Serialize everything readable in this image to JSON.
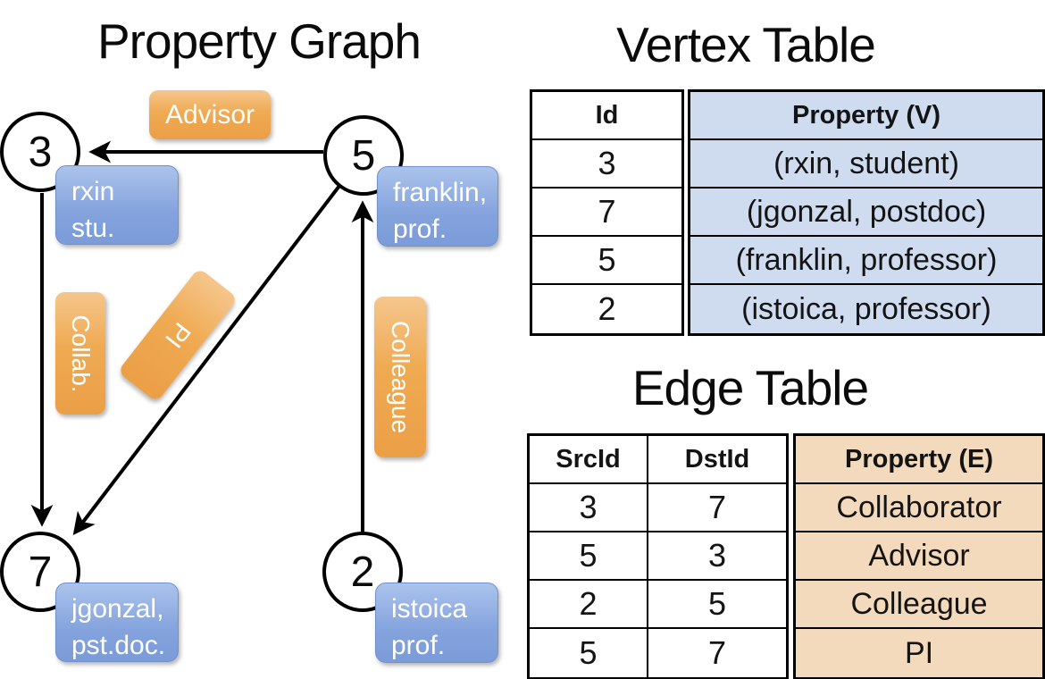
{
  "graph": {
    "title": "Property Graph",
    "nodes": [
      {
        "id": "3",
        "prop_line1": "rxin",
        "prop_line2": "stu."
      },
      {
        "id": "5",
        "prop_line1": "franklin,",
        "prop_line2": "prof."
      },
      {
        "id": "7",
        "prop_line1": "jgonzal,",
        "prop_line2": "pst.doc."
      },
      {
        "id": "2",
        "prop_line1": "istoica",
        "prop_line2": "prof."
      }
    ],
    "edges": [
      {
        "src": "5",
        "dst": "3",
        "label": "Advisor"
      },
      {
        "src": "3",
        "dst": "7",
        "label": "Collab."
      },
      {
        "src": "5",
        "dst": "7",
        "label": "PI"
      },
      {
        "src": "2",
        "dst": "5",
        "label": "Colleague"
      }
    ]
  },
  "vertex_table": {
    "title": "Vertex Table",
    "headers": [
      "Id",
      "Property (V)"
    ],
    "rows": [
      [
        "3",
        "(rxin, student)"
      ],
      [
        "7",
        "(jgonzal, postdoc)"
      ],
      [
        "5",
        "(franklin, professor)"
      ],
      [
        "2",
        "(istoica, professor)"
      ]
    ]
  },
  "edge_table": {
    "title": "Edge Table",
    "headers": [
      "SrcId",
      "DstId",
      "Property (E)"
    ],
    "rows": [
      [
        "3",
        "7",
        "Collaborator"
      ],
      [
        "5",
        "3",
        "Advisor"
      ],
      [
        "2",
        "5",
        "Colleague"
      ],
      [
        "5",
        "7",
        "PI"
      ]
    ]
  },
  "colors": {
    "edge_label_fill": "#efaa52",
    "vertex_prop_fill": "#84a3dd",
    "vertex_table_column_fill": "#cfdcf0",
    "edge_table_column_fill": "#f4dabc",
    "line_color": "#000000",
    "text_on_badges": "#ffffff"
  }
}
